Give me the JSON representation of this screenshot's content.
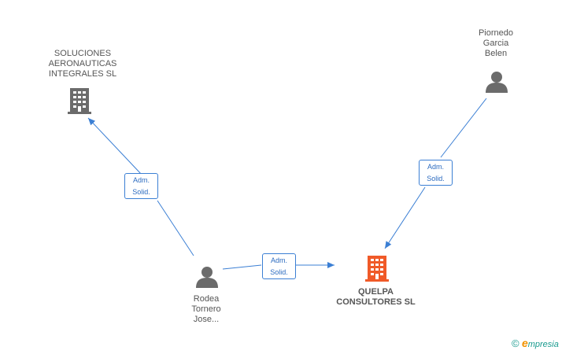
{
  "nodes": {
    "company_top_left": {
      "label_lines": [
        "SOLUCIONES",
        "AERONAUTICAS",
        "INTEGRALES SL"
      ],
      "icon": "building-icon",
      "color": "#6b6b6b"
    },
    "person_top_right": {
      "label_lines": [
        "Piornedo",
        "Garcia",
        "Belen"
      ],
      "icon": "person-icon",
      "color": "#6b6b6b"
    },
    "person_bottom_left": {
      "label_lines": [
        "Rodea",
        "Tornero",
        "Jose..."
      ],
      "icon": "person-icon",
      "color": "#6b6b6b"
    },
    "company_main": {
      "label_lines": [
        "QUELPA",
        "CONSULTORES SL"
      ],
      "icon": "building-icon",
      "color": "#f05a28"
    }
  },
  "edges": [
    {
      "id": "edge-left",
      "label_lines": [
        "Adm.",
        "Solid."
      ]
    },
    {
      "id": "edge-right",
      "label_lines": [
        "Adm.",
        "Solid."
      ]
    },
    {
      "id": "edge-bottom",
      "label_lines": [
        "Adm.",
        "Solid."
      ]
    }
  ],
  "footer": {
    "copyright_symbol": "©",
    "brand_initial": "e",
    "brand_rest": "mpresia"
  },
  "colors": {
    "edge": "#3b7fd4",
    "node_gray": "#6b6b6b",
    "node_main": "#f05a28"
  }
}
